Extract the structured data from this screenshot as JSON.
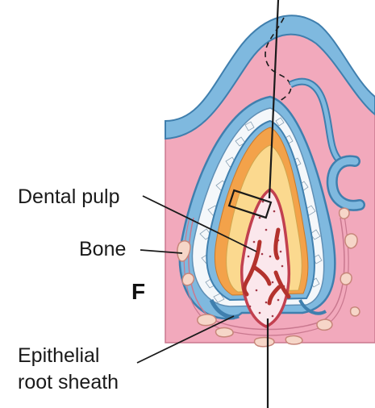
{
  "labels": {
    "dental_pulp": "Dental pulp",
    "bone": "Bone",
    "epithelial_root_sheath_line1": "Epithelial",
    "epithelial_root_sheath_line2": "root sheath"
  },
  "panel_letter": "F",
  "colors": {
    "gingiva_pink": "#f2a9bc",
    "epithelium_blue": "#7fb9df",
    "dentin_yellow": "#fbd98f",
    "enamel_orange": "#f3a24a",
    "pulp_pink": "#fbe7ec",
    "vessel_red": "#b3322d",
    "bone_pink": "#f6d6c8",
    "line_dark": "#1a1a1a"
  }
}
